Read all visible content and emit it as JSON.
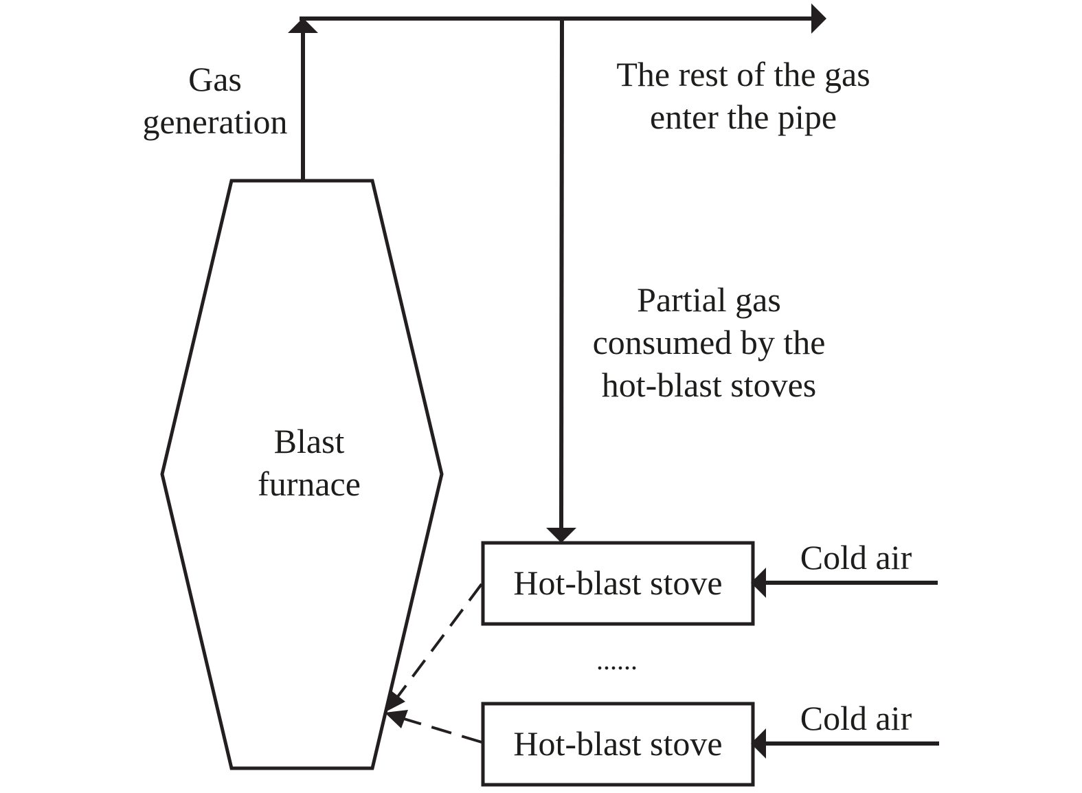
{
  "labels": {
    "gas_generation": [
      "Gas",
      "generation"
    ],
    "rest_of_gas": [
      "The rest of the gas",
      "enter the pipe"
    ],
    "partial_gas": [
      "Partial gas",
      "consumed by the",
      "hot-blast stoves"
    ],
    "blast_furnace": [
      "Blast",
      "furnace"
    ],
    "stove_1": "Hot-blast stove",
    "stove_2": "Hot-blast stove",
    "ellipsis": "......",
    "cold_air_1": "Cold air",
    "cold_air_2": "Cold air"
  },
  "colors": {
    "stroke": "#231f20",
    "text": "#1d1d1b",
    "background": "#ffffff"
  }
}
